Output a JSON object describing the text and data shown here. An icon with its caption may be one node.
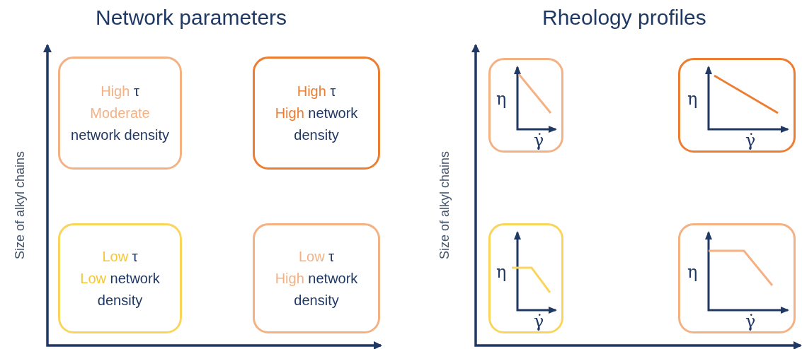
{
  "diagram": {
    "nodes": [
      {
        "text": [
          "High τ",
          "Moderate network density"
        ]
      },
      {
        "text": [
          "High τ",
          "High network density"
        ]
      },
      {
        "text": [
          "Low τ",
          "Low network density"
        ]
      },
      {
        "text": [
          "Low τ",
          "High network density"
        ]
      },
      {
        "text": [
          "η",
          "γ̇"
        ]
      },
      {
        "text": [
          "η",
          "γ̇"
        ]
      },
      {
        "text": [
          "η",
          "γ̇"
        ]
      },
      {
        "text": [
          "η",
          "γ̇"
        ]
      }
    ],
    "labels": [
      "Network parameters",
      "Size of alkyl chains",
      "Rheology profiles",
      "Size of alkyl chains"
    ]
  }
}
